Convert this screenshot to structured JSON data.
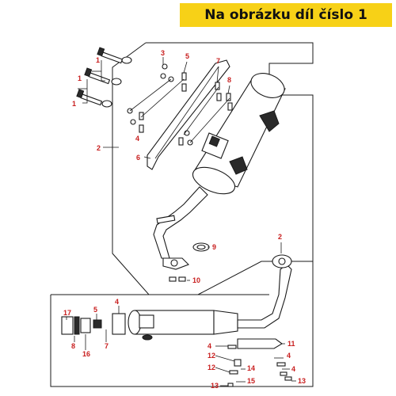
{
  "banner": {
    "text": "Na obrázku díl číslo 1",
    "color": "#f7d117"
  },
  "callout_color": "#c81e1e",
  "callouts": {
    "c1a": "1",
    "c1b": "1",
    "c1c": "1",
    "c2a": "2",
    "c2b": "2",
    "c3": "3",
    "c4a": "4",
    "c4b": "4",
    "c4c": "4",
    "c4d": "4",
    "c4e": "4",
    "c5a": "5",
    "c5b": "5",
    "c6": "6",
    "c7a": "7",
    "c7b": "7",
    "c8a": "8",
    "c8b": "8",
    "c9": "9",
    "c10": "10",
    "c11": "11",
    "c12a": "12",
    "c12b": "12",
    "c13a": "13",
    "c13b": "13",
    "c14": "14",
    "c15": "15",
    "c16": "16",
    "c17": "17"
  }
}
